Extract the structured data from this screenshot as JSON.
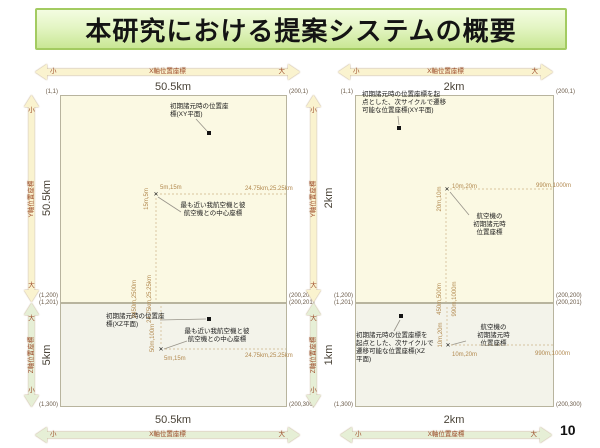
{
  "slide": {
    "title": "本研究における提案システムの概要",
    "page_number": "10"
  },
  "axis": {
    "min_label": "小",
    "max_label": "大",
    "x_label": "X軸位置座標",
    "y_label": "Y軸位置座標",
    "z_label": "Z軸位置座標"
  },
  "corners": {
    "tl": "(1,1)",
    "tr": "(200,1)",
    "ml_upper": "(1,200)",
    "ml_lower": "(1,201)",
    "mr_upper": "(200,200)",
    "mr_lower": "(200,201)",
    "bl": "(1,300)",
    "br": "(200,300)"
  },
  "markers": {
    "cross": "✕"
  },
  "left": {
    "x_length": "50.5km",
    "y_length": "50.5km",
    "z_length": "5km",
    "xy": {
      "point_label": "初期諸元時の位置座\n標(XY平面)",
      "center_label": "最も近い我航空機と彼\n航空機との中心座標",
      "near_x": "5m,15m",
      "near_y": "15m,5m",
      "far_x": "24.75km,25.25km",
      "far_y": "24.75km,25.25km"
    },
    "xz": {
      "point_label": "初期諸元時の位置座\n標(XZ平面)",
      "center_label": "最も近い我航空機と彼\n航空機との中心座標",
      "near_x": "5m,15m",
      "near_z": "50m,100m",
      "far_x": "24.75km,25.25km",
      "far_z": "2450m,2500m"
    }
  },
  "right": {
    "x_length": "2km",
    "y_length": "2km",
    "z_length": "1km",
    "xy": {
      "point_label": "初期諸元時の位置座標を起\n点とした、次サイクルで遷移\n可能な位置座標(XY平面)",
      "center_label": "航空機の\n初期諸元時\n位置座標",
      "near_x": "10m,20m",
      "near_y": "20m,10m",
      "far_x": "990m,1000m",
      "far_y": "990m,1000m"
    },
    "xz": {
      "point_label": "初期諸元時の位置座標を\n起点とした、次サイクルで\n遷移可能な位置座標(XZ\n平面)",
      "center_label": "航空機の\n初期諸元時\n位置座標",
      "near_x": "10m,20m",
      "near_z": "10m,20m",
      "far_x": "990m,1000m",
      "far_z": "450m,500m"
    }
  }
}
